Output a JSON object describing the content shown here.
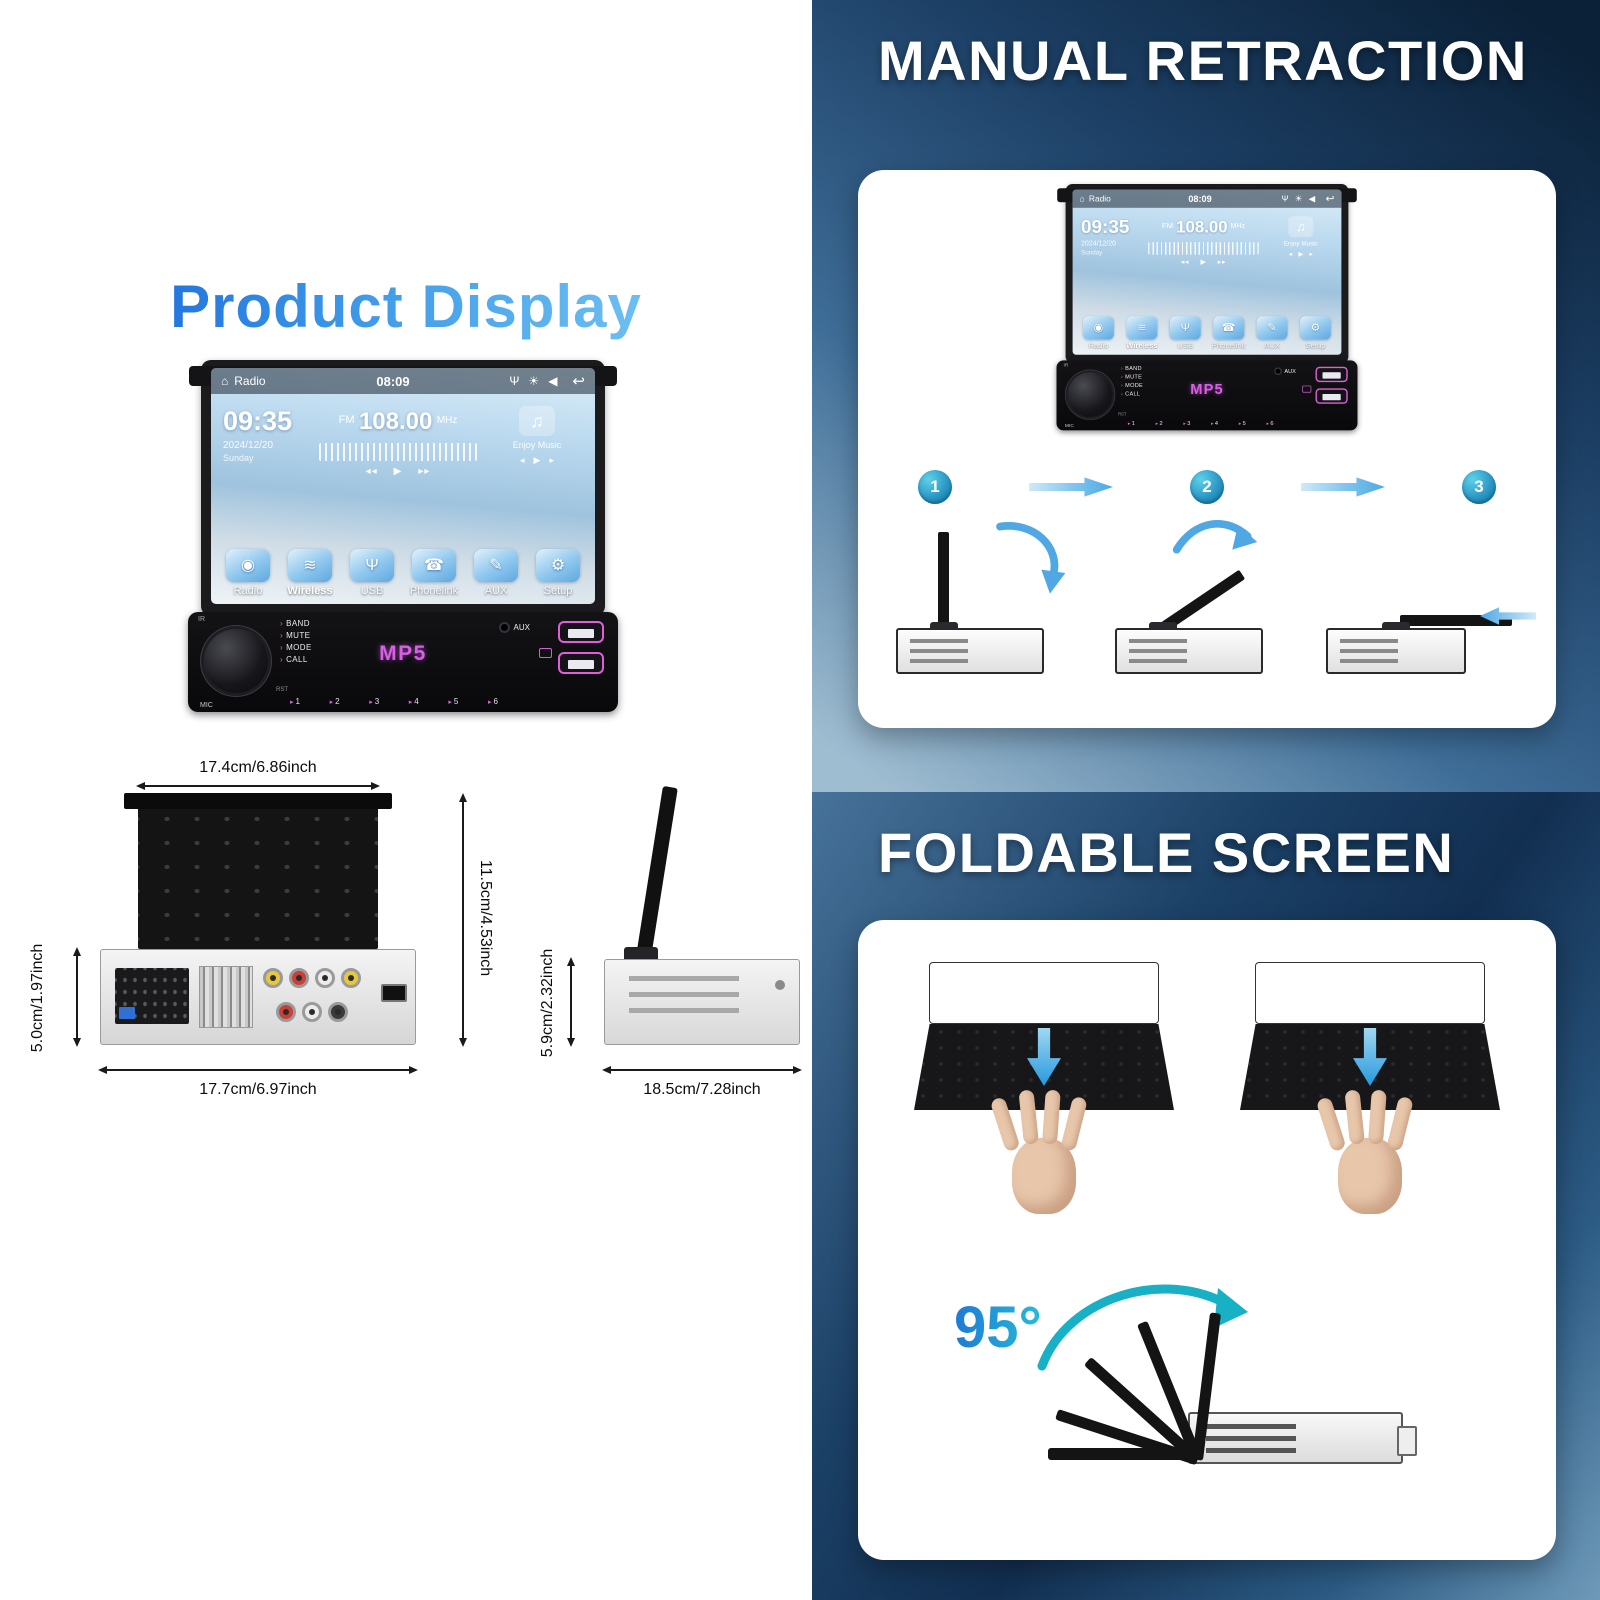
{
  "colors": {
    "accent_pink": "#e05fd6",
    "brand_magenta": "#d95fe8",
    "title_gradient_start": "#1464d8",
    "title_gradient_end": "#7ecdf4",
    "panel_navy": "#122f51",
    "step_teal": "#1b86b8",
    "arrow_blue": "#4fa8e4",
    "angle_teal": "#27bcd8"
  },
  "product_display": {
    "title": "Product Display",
    "dimensions": {
      "rear_top_width": "17.4cm/6.86inch",
      "rear_total_height": "11.5cm/4.53inch",
      "rear_chassis_height": "5.0cm/1.97inch",
      "rear_bottom_width": "17.7cm/6.97inch",
      "side_chassis_height": "5.9cm/2.32inch",
      "side_length": "18.5cm/7.28inch"
    }
  },
  "device": {
    "statusbar": {
      "app": "Radio",
      "time": "08:09"
    },
    "home": {
      "clock": "09:35",
      "date": "2024/12/20",
      "day": "Sunday",
      "band": "FM",
      "frequency": "108.00",
      "unit": "MHz",
      "caption": "Enjoy Music",
      "apps": [
        {
          "label": "Radio",
          "glyph": "◉"
        },
        {
          "label": "Wireless",
          "glyph": "≋"
        },
        {
          "label": "USB",
          "glyph": "Ψ"
        },
        {
          "label": "Phonelink",
          "glyph": "☎"
        },
        {
          "label": "AUX",
          "glyph": "✎"
        },
        {
          "label": "Setup",
          "glyph": "⚙"
        }
      ]
    },
    "faceplate": {
      "ir": "IR",
      "mic": "MIC",
      "rst": "RST",
      "aux": "AUX",
      "brand": "MP5",
      "buttons": [
        "BAND",
        "MUTE",
        "MODE",
        "CALL"
      ],
      "numbers": [
        "1",
        "2",
        "3",
        "4",
        "5",
        "6"
      ]
    },
    "icons": {
      "home": "⌂",
      "usb": "Ψ",
      "brightness": "☀",
      "speaker": "◀",
      "back": "↩",
      "prev": "◂◂",
      "play": "▶",
      "next": "▸▸",
      "note": "♫",
      "mini_prev": "◂",
      "mini_play": "▶",
      "mini_next": "▸",
      "chevron": "›"
    }
  },
  "manual_retraction": {
    "title": "MANUAL RETRACTION",
    "steps": [
      "1",
      "2",
      "3"
    ]
  },
  "foldable_screen": {
    "title": "FOLDABLE SCREEN",
    "angle": "95°"
  }
}
